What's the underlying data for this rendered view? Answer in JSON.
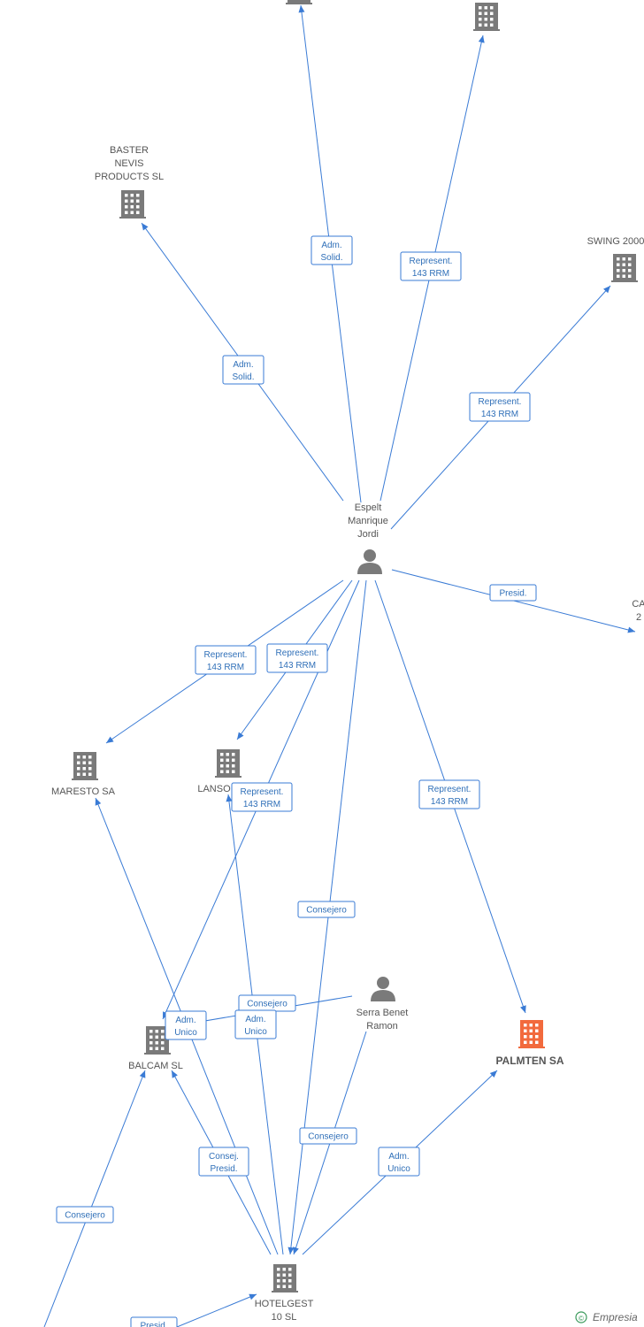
{
  "colors": {
    "edge": "#3a7bd5",
    "node": "#7a7a7a",
    "highlight": "#f26a3d",
    "label_text": "#2f6fb8"
  },
  "nodes": [
    {
      "id": "top-company-1",
      "type": "company",
      "lines": []
    },
    {
      "id": "top-company-2",
      "type": "company",
      "lines": []
    },
    {
      "id": "baster",
      "type": "company",
      "lines": [
        "BASTER",
        "NEVIS",
        "PRODUCTS SL"
      ]
    },
    {
      "id": "swing",
      "type": "company",
      "lines": [
        "SWING 2000"
      ]
    },
    {
      "id": "espelt",
      "type": "person",
      "lines": [
        "Espelt",
        "Manrique",
        "Jordi"
      ]
    },
    {
      "id": "ca-company",
      "type": "company",
      "lines": [
        "CA",
        "2"
      ]
    },
    {
      "id": "maresto",
      "type": "company",
      "lines": [
        "MARESTO SA"
      ]
    },
    {
      "id": "lanso",
      "type": "company",
      "lines": [
        "LANSO"
      ]
    },
    {
      "id": "serra",
      "type": "person",
      "lines": [
        "Serra Benet",
        "Ramon"
      ]
    },
    {
      "id": "palmten",
      "type": "company",
      "highlight": true,
      "lines": [
        "PALMTEN SA"
      ]
    },
    {
      "id": "balcam",
      "type": "company",
      "lines": [
        "BALCAM SL"
      ]
    },
    {
      "id": "hotelgest",
      "type": "company",
      "lines": [
        "HOTELGEST",
        "10 SL"
      ]
    }
  ],
  "edges": [
    {
      "from": "espelt",
      "to": "top-company-1",
      "lines": [
        "Adm.",
        "Solid."
      ]
    },
    {
      "from": "espelt",
      "to": "top-company-2",
      "lines": [
        "Represent.",
        "143 RRM"
      ]
    },
    {
      "from": "espelt",
      "to": "baster",
      "lines": [
        "Adm.",
        "Solid."
      ]
    },
    {
      "from": "espelt",
      "to": "swing",
      "lines": [
        "Represent.",
        "143 RRM"
      ]
    },
    {
      "from": "espelt",
      "to": "ca-company",
      "lines": [
        "Presid."
      ]
    },
    {
      "from": "espelt",
      "to": "maresto",
      "lines": [
        "Represent.",
        "143 RRM"
      ]
    },
    {
      "from": "espelt",
      "to": "lanso",
      "lines": [
        "Represent.",
        "143 RRM"
      ]
    },
    {
      "from": "espelt",
      "to": "balcam",
      "lines": [
        "Represent.",
        "143 RRM"
      ]
    },
    {
      "from": "espelt",
      "to": "palmten",
      "lines": [
        "Represent.",
        "143 RRM"
      ]
    },
    {
      "from": "espelt",
      "to": "hotelgest",
      "lines": [
        "Consejero"
      ]
    },
    {
      "from": "serra",
      "to": "balcam",
      "lines": [
        "Consejero"
      ]
    },
    {
      "from": "serra",
      "to": "hotelgest",
      "lines": [
        "Consejero"
      ]
    },
    {
      "from": "hotelgest",
      "to": "maresto",
      "lines": [
        "Adm.",
        "Unico"
      ]
    },
    {
      "from": "hotelgest",
      "to": "lanso",
      "lines": [
        "Adm.",
        "Unico"
      ]
    },
    {
      "from": "hotelgest",
      "to": "balcam",
      "lines": [
        "Consej.",
        "Presid."
      ]
    },
    {
      "from": "hotelgest",
      "to": "palmten",
      "lines": [
        "Adm.",
        "Unico"
      ]
    },
    {
      "from": "offscreen-bl",
      "to": "balcam",
      "lines": [
        "Consejero"
      ]
    },
    {
      "from": "offscreen-b1",
      "to": "hotelgest",
      "lines": [
        "Presid."
      ]
    }
  ],
  "watermark": {
    "copyright": "©",
    "brand": "Empresia"
  }
}
